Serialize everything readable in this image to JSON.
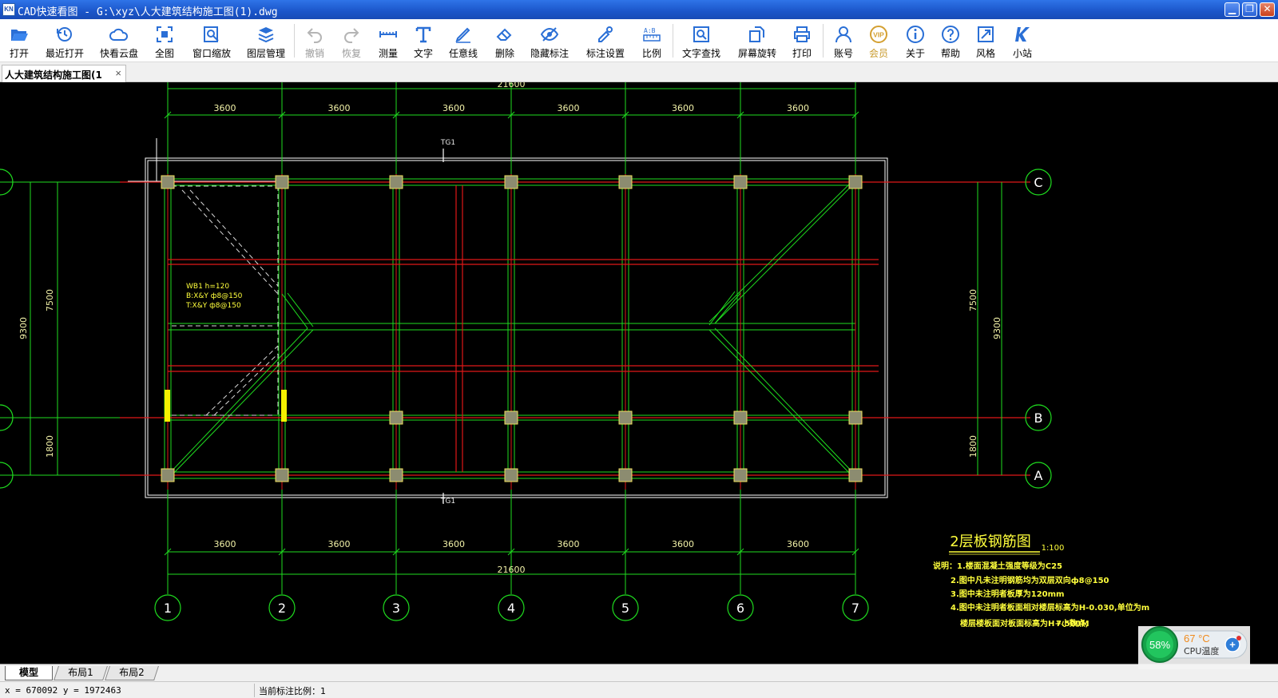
{
  "app": {
    "logo": "KN",
    "title": "CAD快速看图 - G:\\xyz\\人大建筑结构施工图(1).dwg",
    "window_buttons": {
      "minimize": "▁",
      "restore": "❐",
      "close": "✕"
    }
  },
  "toolbar": [
    {
      "label": "打开",
      "icon": "folder-open-icon",
      "enabled": true
    },
    {
      "label": "最近打开",
      "icon": "recent-clock-icon",
      "enabled": true
    },
    {
      "label": "快看云盘",
      "icon": "cloud-icon",
      "enabled": true
    },
    {
      "label": "全图",
      "icon": "full-view-icon",
      "enabled": true
    },
    {
      "label": "窗口缩放",
      "icon": "zoom-window-icon",
      "enabled": true
    },
    {
      "label": "图层管理",
      "icon": "layers-icon",
      "enabled": true
    },
    {
      "label": "撤销",
      "icon": "undo-icon",
      "enabled": false
    },
    {
      "label": "恢复",
      "icon": "redo-icon",
      "enabled": false
    },
    {
      "label": "测量",
      "icon": "measure-icon",
      "enabled": true
    },
    {
      "label": "文字",
      "icon": "text-icon",
      "enabled": true
    },
    {
      "label": "任意线",
      "icon": "pen-icon",
      "enabled": true
    },
    {
      "label": "删除",
      "icon": "eraser-icon",
      "enabled": true
    },
    {
      "label": "隐藏标注",
      "icon": "hide-eye-icon",
      "enabled": true
    },
    {
      "label": "标注设置",
      "icon": "annotation-settings-icon",
      "enabled": true
    },
    {
      "label": "比例",
      "icon": "scale-icon",
      "enabled": true
    },
    {
      "label": "文字查找",
      "icon": "text-search-icon",
      "enabled": true
    },
    {
      "label": "屏幕旋转",
      "icon": "rotate-screen-icon",
      "enabled": true
    },
    {
      "label": "打印",
      "icon": "print-icon",
      "enabled": true
    },
    {
      "label": "账号",
      "icon": "user-icon",
      "enabled": true
    },
    {
      "label": "会员",
      "icon": "vip-icon",
      "enabled": true
    },
    {
      "label": "关于",
      "icon": "info-icon",
      "enabled": true
    },
    {
      "label": "帮助",
      "icon": "help-icon",
      "enabled": true
    },
    {
      "label": "风格",
      "icon": "style-icon",
      "enabled": true
    },
    {
      "label": "小站",
      "icon": "site-k-icon",
      "enabled": true
    }
  ],
  "vip_badge": "VIP",
  "tab": {
    "label": "人大建筑结构施工图(1",
    "close": "×"
  },
  "drawing": {
    "top_total": "21600",
    "bay_dims_top": [
      "3600",
      "3600",
      "3600",
      "3600",
      "3600",
      "3600"
    ],
    "bay_dims_bottom": [
      "3600",
      "3600",
      "3600",
      "3600",
      "3600",
      "3600"
    ],
    "bottom_total": "21600",
    "left_dims": [
      "7500",
      "9300",
      "1800"
    ],
    "right_dims": [
      "7500",
      "9300",
      "1800"
    ],
    "column_axes": [
      "1",
      "2",
      "3",
      "4",
      "5",
      "6",
      "7"
    ],
    "row_axes": [
      "C",
      "B",
      "A"
    ],
    "section_mark_top": "TG1",
    "section_mark_bottom": "TG1",
    "slab_note": [
      "WB1 h=120",
      "B:X&Y ф8@150",
      "T:X&Y ф8@150"
    ],
    "plan_title": "2层板钢筋图",
    "plan_scale": "1:100",
    "notes": [
      "说明：1.楼面混凝土强度等级为C25",
      "2.图中凡未注明钢筋均为双层双向ф8@150",
      "3.图中未注明者板厚为120mm",
      "4.图中未注明者板面相对楼层标高为H-0.030,单位为m",
      "楼层楼板面对板面标高为H+小数点,",
      "7.500M"
    ]
  },
  "colors": {
    "grid_green": "#1fdc1f",
    "beam_red": "#e01818",
    "column_fill": "#8c8c70",
    "highlight_yellow": "#f5f000",
    "dim_text": "#f2f2a8",
    "note_yellow": "#ffff3c"
  },
  "sheets": [
    "模型",
    "布局1",
    "布局2"
  ],
  "status": {
    "coords": "x = 670092  y = 1972463",
    "scale_label": "当前标注比例：1"
  },
  "cpu_widget": {
    "usage": "58%",
    "temperature": "67 °C",
    "label": "CPU温度",
    "plus": "+"
  }
}
